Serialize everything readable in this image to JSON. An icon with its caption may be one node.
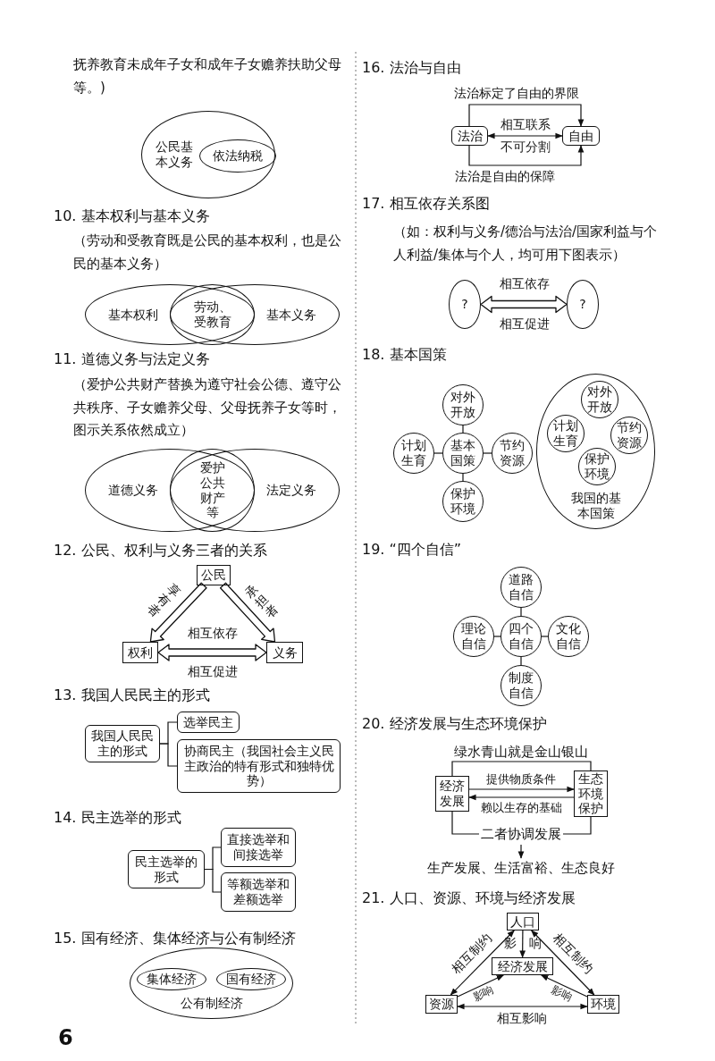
{
  "diagram": {
    "nodes": [
      {
        "text": [
          "公民基本义务"
        ]
      },
      {
        "text": [
          "依法纳税"
        ],
        "in": 0
      },
      {
        "text": [
          "基本权利"
        ]
      },
      {
        "text": [
          "劳动、受教育"
        ]
      },
      {
        "text": [
          "基本义务"
        ]
      },
      {
        "text": [
          "道德义务"
        ]
      },
      {
        "text": [
          "爱护公共财产等"
        ]
      },
      {
        "text": [
          "法定义务"
        ]
      },
      {
        "text": [
          "公民"
        ]
      },
      {
        "text": [
          "权利"
        ]
      },
      {
        "text": [
          "义务"
        ]
      },
      {
        "text": [
          "我国人民民主的形式"
        ]
      },
      {
        "text": [
          "选举民主"
        ]
      },
      {
        "text": [
          "协商民主（我国社会主义民主政治的特有形式和独特优势）"
        ]
      },
      {
        "text": [
          "民主选举的形式"
        ]
      },
      {
        "text": [
          "直接选举和间接选举"
        ]
      },
      {
        "text": [
          "等额选举和差额选举"
        ]
      },
      {
        "text": [
          "公有制经济"
        ]
      },
      {
        "text": [
          "集体经济"
        ],
        "in": 17
      },
      {
        "text": [
          "国有经济"
        ],
        "in": 17
      },
      {
        "text": [
          "法治"
        ]
      },
      {
        "text": [
          "自由"
        ]
      },
      {
        "text": [
          "?"
        ]
      },
      {
        "text": [
          "?"
        ]
      },
      {
        "text": [
          "对外开放"
        ]
      },
      {
        "text": [
          "计划生育"
        ]
      },
      {
        "text": [
          "基本国策"
        ]
      },
      {
        "text": [
          "节约资源"
        ]
      },
      {
        "text": [
          "保护环境"
        ]
      },
      {
        "text": [
          "我国的基本国策"
        ]
      },
      {
        "text": [
          "对外开放"
        ],
        "in": 29
      },
      {
        "text": [
          "计划生育"
        ],
        "in": 29
      },
      {
        "text": [
          "节约资源"
        ],
        "in": 29
      },
      {
        "text": [
          "保护环境"
        ],
        "in": 29
      },
      {
        "text": [
          "道路自信"
        ]
      },
      {
        "text": [
          "理论自信"
        ]
      },
      {
        "text": [
          "四个自信"
        ]
      },
      {
        "text": [
          "文化自信"
        ]
      },
      {
        "text": [
          "制度自信"
        ]
      },
      {
        "text": [
          "经济发展"
        ]
      },
      {
        "text": [
          "生态环境保护"
        ]
      },
      {
        "text": [
          "生产发展、生活富裕、生态良好"
        ]
      },
      {
        "text": [
          "人口"
        ]
      },
      {
        "text": [
          "经济发展"
        ]
      },
      {
        "text": [
          "资源"
        ]
      },
      {
        "text": [
          "环境"
        ]
      }
    ],
    "edges": [
      {
        "from": 8,
        "to": 9,
        "arrow": "to",
        "label": "享有者",
        "style": "thick"
      },
      {
        "from": 8,
        "to": 10,
        "arrow": "to",
        "label": "承担者",
        "style": "thick"
      },
      {
        "from": 9,
        "to": 10,
        "arrow": "both",
        "label": "相互依存",
        "style": "thick"
      },
      {
        "from": 11,
        "to": 12,
        "arrow": "none"
      },
      {
        "from": 11,
        "to": 13,
        "arrow": "none"
      },
      {
        "from": 14,
        "to": 15,
        "arrow": "none"
      },
      {
        "from": 14,
        "to": 16,
        "arrow": "none"
      },
      {
        "from": 20,
        "to": 21,
        "arrow": "both",
        "label": "相互联系"
      },
      {
        "from": 20,
        "to": 21,
        "arrow": "to",
        "label": "法治标定了自由的界限"
      },
      {
        "from": 20,
        "to": 21,
        "arrow": "to",
        "label": "法治是自由的保障"
      },
      {
        "from": 22,
        "to": 23,
        "arrow": "both",
        "label": "相互依存",
        "style": "thick"
      },
      {
        "from": 26,
        "to": 24,
        "arrow": "none"
      },
      {
        "from": 26,
        "to": 25,
        "arrow": "none"
      },
      {
        "from": 26,
        "to": 27,
        "arrow": "none"
      },
      {
        "from": 26,
        "to": 28,
        "arrow": "none"
      },
      {
        "from": 36,
        "to": 34,
        "arrow": "none"
      },
      {
        "from": 36,
        "to": 35,
        "arrow": "none"
      },
      {
        "from": 36,
        "to": 37,
        "arrow": "none"
      },
      {
        "from": 36,
        "to": 38,
        "arrow": "none"
      },
      {
        "from": 39,
        "to": 40,
        "arrow": "to",
        "label": "提供物质条件"
      },
      {
        "from": 40,
        "to": 39,
        "arrow": "to",
        "label": "赖以生存的基础"
      },
      {
        "from": 39,
        "to": 40,
        "arrow": "none",
        "label": "绿水青山就是金山银山"
      },
      {
        "from": 39,
        "to": 40,
        "arrow": "none",
        "label": "二者协调发展"
      },
      {
        "from": null,
        "to": 41,
        "arrow": "to"
      },
      {
        "from": 42,
        "to": 44,
        "arrow": "both",
        "label": "相互制约"
      },
      {
        "from": 42,
        "to": 45,
        "arrow": "both",
        "label": "相互制约"
      },
      {
        "from": 42,
        "to": 43,
        "arrow": "to",
        "label": "影响"
      },
      {
        "from": 44,
        "to": 43,
        "arrow": "to",
        "label": "影响"
      },
      {
        "from": 45,
        "to": 43,
        "arrow": "to",
        "label": "影响"
      },
      {
        "from": 44,
        "to": 45,
        "arrow": "both",
        "label": "相互影响"
      }
    ],
    "labels": [
      "抚养教育未成年子女和成年子女赡养扶助父母等。)",
      "10. 基本权利与基本义务",
      "（劳动和受教育既是公民的基本权利，也是公民的基本义务）",
      "11. 道德义务与法定义务",
      "（爱护公共财产替换为遵守社会公德、遵守公共秩序、子女赡养父母、父母抚养子女等时，图示关系依然成立）",
      "12. 公民、权利与义务三者的关系",
      "相互促进",
      "13. 我国人民民主的形式",
      "14. 民主选举的形式",
      "15. 国有经济、集体经济与公有制经济",
      "6",
      "16. 法治与自由",
      "不可分割",
      "17. 相互依存关系图",
      "（如：权利与义务/德治与法治/国家利益与个人利益/集体与个人，均可用下图表示）",
      "相互促进",
      "18. 基本国策",
      "19. “四个自信”",
      "20. 经济发展与生态环境保护",
      "21. 人口、资源、环境与经济发展"
    ]
  }
}
